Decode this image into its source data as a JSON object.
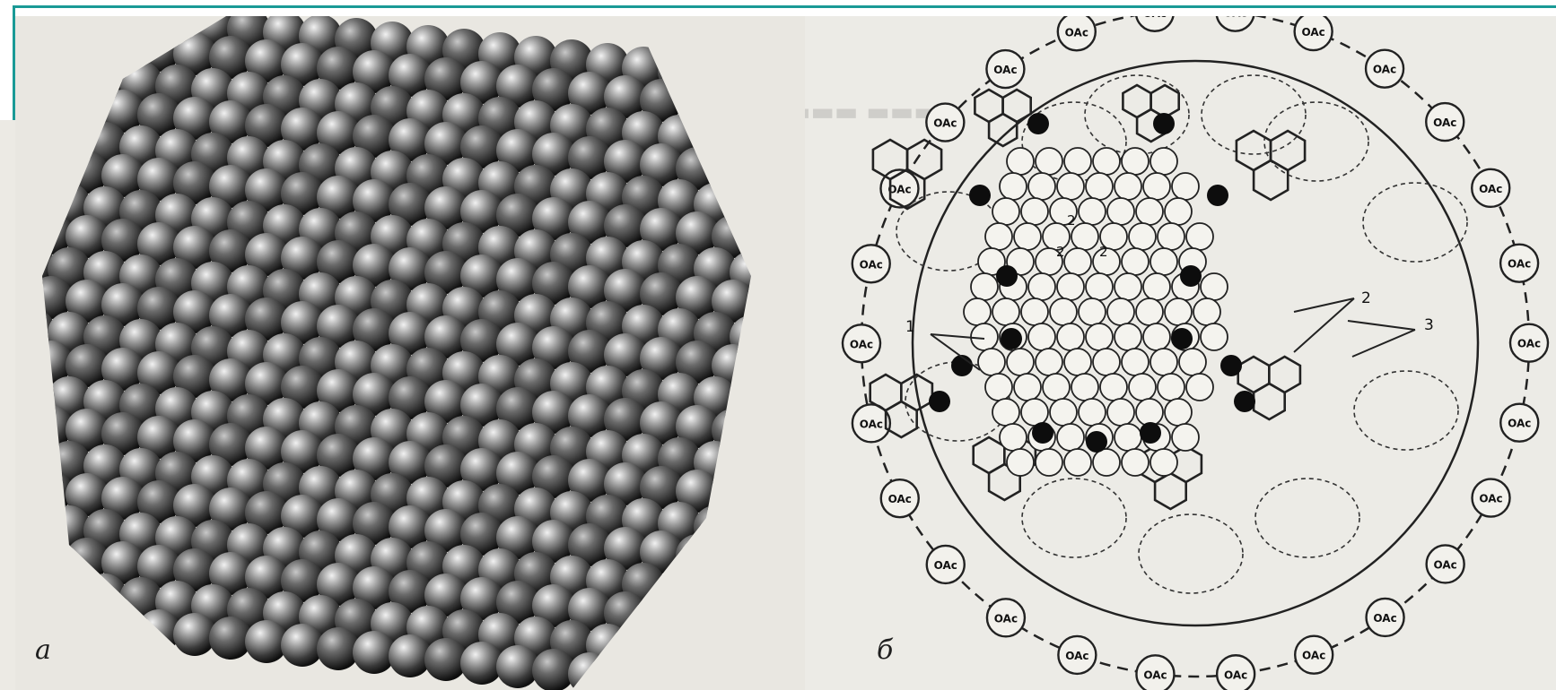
{
  "figure": {
    "panel_a": {
      "label": "а"
    },
    "panel_b": {
      "label": "б",
      "ligand_label": "OAc",
      "callouts": {
        "one": "1",
        "two": "2",
        "three": "3"
      },
      "core_numbers": [
        "2",
        "2",
        "2"
      ]
    }
  }
}
